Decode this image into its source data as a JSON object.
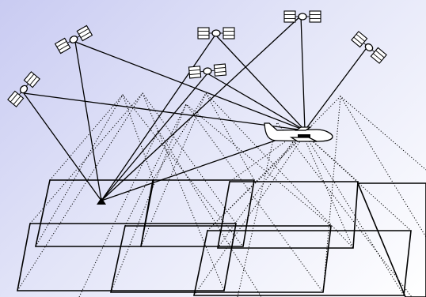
{
  "diagram": {
    "background_gradient": [
      "#c9cbf2",
      "#e3e5f8",
      "#ffffff"
    ],
    "line_color": "#000000",
    "satellites": [
      {
        "id": "sat-1",
        "icon": "satellite-icon"
      },
      {
        "id": "sat-2",
        "icon": "satellite-icon"
      },
      {
        "id": "sat-3",
        "icon": "satellite-icon"
      },
      {
        "id": "sat-4",
        "icon": "satellite-icon"
      },
      {
        "id": "sat-5",
        "icon": "satellite-icon"
      },
      {
        "id": "sat-6",
        "icon": "satellite-icon"
      }
    ],
    "aircraft": {
      "icon": "airplane-icon"
    },
    "ground_station": {
      "icon": "ground-station-triangle-icon"
    },
    "image_footprints_count": 7
  }
}
